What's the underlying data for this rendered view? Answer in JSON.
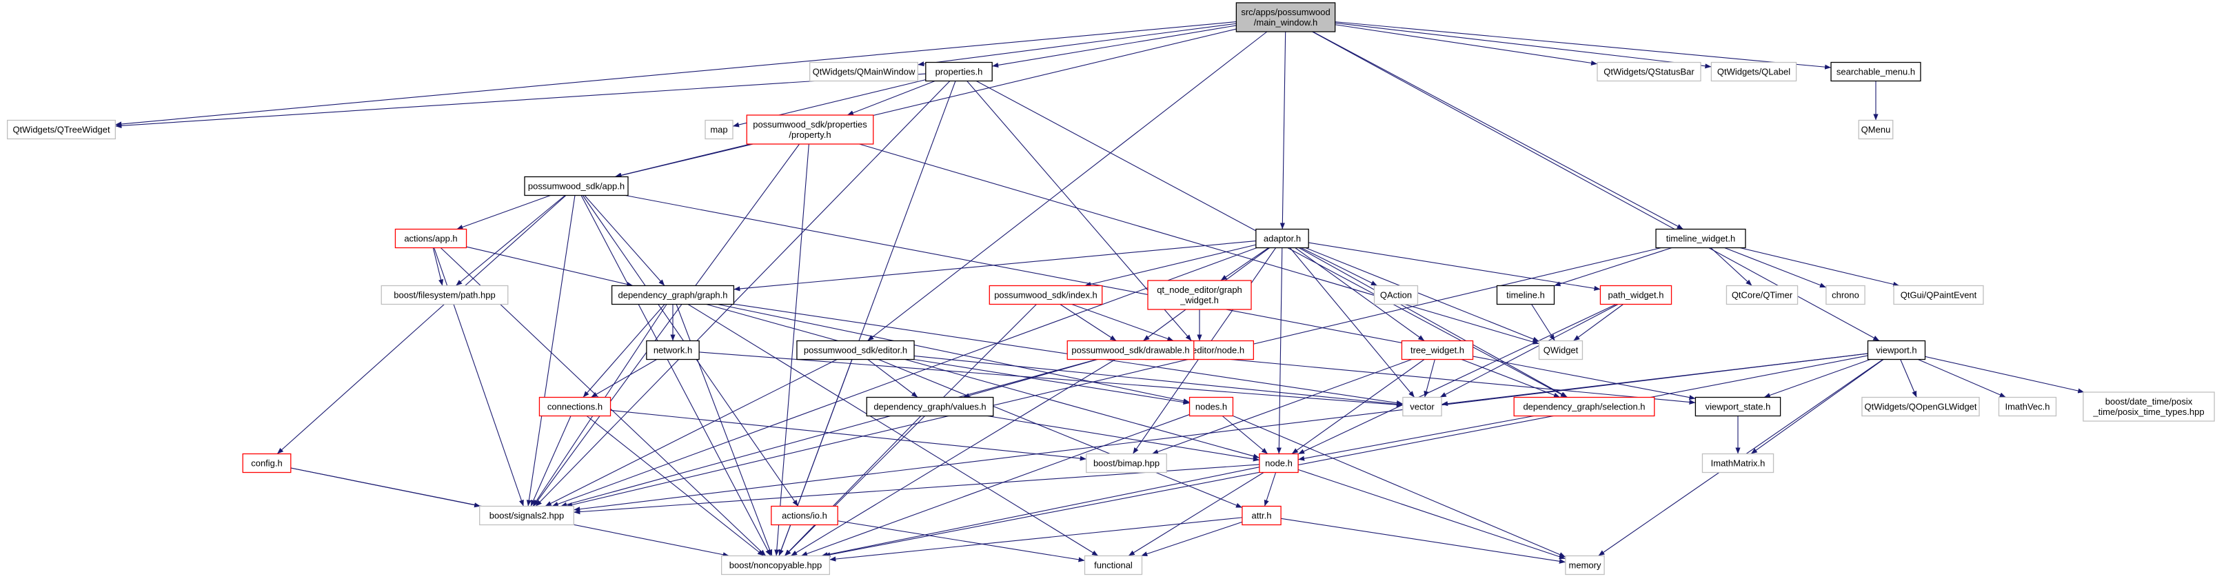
{
  "colors": {
    "edge": "#191970",
    "root_fill": "#bfbfbf",
    "root_stroke": "#000000",
    "internal_stroke": "#000000",
    "incomplete_stroke": "#ff0000",
    "external_stroke": "#bfbfbf",
    "text": "#000000"
  },
  "nodes": [
    {
      "id": "main_window",
      "lines": [
        "src/apps/possumwood",
        "/main_window.h"
      ],
      "kind": "root"
    },
    {
      "id": "qmainwindow",
      "lines": [
        "QtWidgets/QMainWindow"
      ],
      "kind": "external"
    },
    {
      "id": "properties",
      "lines": [
        "properties.h"
      ],
      "kind": "internal"
    },
    {
      "id": "qstatusbar",
      "lines": [
        "QtWidgets/QStatusBar"
      ],
      "kind": "external"
    },
    {
      "id": "qlabel",
      "lines": [
        "QtWidgets/QLabel"
      ],
      "kind": "external"
    },
    {
      "id": "searchable_menu",
      "lines": [
        "searchable_menu.h"
      ],
      "kind": "internal"
    },
    {
      "id": "qmenu",
      "lines": [
        "QMenu"
      ],
      "kind": "external"
    },
    {
      "id": "qtreewidget",
      "lines": [
        "QtWidgets/QTreeWidget"
      ],
      "kind": "external"
    },
    {
      "id": "map",
      "lines": [
        "map"
      ],
      "kind": "external"
    },
    {
      "id": "sdk_property",
      "lines": [
        "possumwood_sdk/properties",
        "/property.h"
      ],
      "kind": "incomplete"
    },
    {
      "id": "sdk_app",
      "lines": [
        "possumwood_sdk/app.h"
      ],
      "kind": "internal"
    },
    {
      "id": "actions_app",
      "lines": [
        "actions/app.h"
      ],
      "kind": "incomplete"
    },
    {
      "id": "fs_path",
      "lines": [
        "boost/filesystem/path.hpp"
      ],
      "kind": "external"
    },
    {
      "id": "dg_graph",
      "lines": [
        "dependency_graph/graph.h"
      ],
      "kind": "internal"
    },
    {
      "id": "adaptor",
      "lines": [
        "adaptor.h"
      ],
      "kind": "internal"
    },
    {
      "id": "timeline_widget",
      "lines": [
        "timeline_widget.h"
      ],
      "kind": "internal"
    },
    {
      "id": "sdk_index",
      "lines": [
        "possumwood_sdk/index.h"
      ],
      "kind": "incomplete"
    },
    {
      "id": "qne_graph_widget",
      "lines": [
        "qt_node_editor/graph",
        "_widget.h"
      ],
      "kind": "incomplete"
    },
    {
      "id": "qaction",
      "lines": [
        "QAction"
      ],
      "kind": "external"
    },
    {
      "id": "timeline",
      "lines": [
        "timeline.h"
      ],
      "kind": "internal"
    },
    {
      "id": "path_widget",
      "lines": [
        "path_widget.h"
      ],
      "kind": "incomplete"
    },
    {
      "id": "qtimer",
      "lines": [
        "QtCore/QTimer"
      ],
      "kind": "external"
    },
    {
      "id": "chrono",
      "lines": [
        "chrono"
      ],
      "kind": "external"
    },
    {
      "id": "qpaintevent",
      "lines": [
        "QtGui/QPaintEvent"
      ],
      "kind": "external"
    },
    {
      "id": "qne_node",
      "lines": [
        "qt_node_editor/node.h"
      ],
      "kind": "incomplete"
    },
    {
      "id": "qwidget",
      "lines": [
        "QWidget"
      ],
      "kind": "external"
    },
    {
      "id": "network",
      "lines": [
        "network.h"
      ],
      "kind": "internal"
    },
    {
      "id": "sdk_editor",
      "lines": [
        "possumwood_sdk/editor.h"
      ],
      "kind": "internal"
    },
    {
      "id": "sdk_drawable",
      "lines": [
        "possumwood_sdk/drawable.h"
      ],
      "kind": "incomplete"
    },
    {
      "id": "tree_widget",
      "lines": [
        "tree_widget.h"
      ],
      "kind": "incomplete"
    },
    {
      "id": "viewport",
      "lines": [
        "viewport.h"
      ],
      "kind": "internal"
    },
    {
      "id": "connections",
      "lines": [
        "connections.h"
      ],
      "kind": "incomplete"
    },
    {
      "id": "dg_values",
      "lines": [
        "dependency_graph/values.h"
      ],
      "kind": "internal"
    },
    {
      "id": "nodes",
      "lines": [
        "nodes.h"
      ],
      "kind": "incomplete"
    },
    {
      "id": "vector",
      "lines": [
        "vector"
      ],
      "kind": "external"
    },
    {
      "id": "dg_selection",
      "lines": [
        "dependency_graph/selection.h"
      ],
      "kind": "incomplete"
    },
    {
      "id": "viewport_state",
      "lines": [
        "viewport_state.h"
      ],
      "kind": "internal"
    },
    {
      "id": "qopenglwidget",
      "lines": [
        "QtWidgets/QOpenGLWidget"
      ],
      "kind": "external"
    },
    {
      "id": "imathvec",
      "lines": [
        "ImathVec.h"
      ],
      "kind": "external"
    },
    {
      "id": "posix_time",
      "lines": [
        "boost/date_time/posix",
        "_time/posix_time_types.hpp"
      ],
      "kind": "external"
    },
    {
      "id": "config",
      "lines": [
        "config.h"
      ],
      "kind": "incomplete"
    },
    {
      "id": "bimap",
      "lines": [
        "boost/bimap.hpp"
      ],
      "kind": "external"
    },
    {
      "id": "node",
      "lines": [
        "node.h"
      ],
      "kind": "incomplete"
    },
    {
      "id": "imathmatrix",
      "lines": [
        "ImathMatrix.h"
      ],
      "kind": "external"
    },
    {
      "id": "signals2",
      "lines": [
        "boost/signals2.hpp"
      ],
      "kind": "external"
    },
    {
      "id": "actions_io",
      "lines": [
        "actions/io.h"
      ],
      "kind": "incomplete"
    },
    {
      "id": "attr",
      "lines": [
        "attr.h"
      ],
      "kind": "incomplete"
    },
    {
      "id": "noncopyable",
      "lines": [
        "boost/noncopyable.hpp"
      ],
      "kind": "external"
    },
    {
      "id": "functional",
      "lines": [
        "functional"
      ],
      "kind": "external"
    },
    {
      "id": "memory",
      "lines": [
        "memory"
      ],
      "kind": "external"
    }
  ],
  "edges": [
    [
      "main_window",
      "qmainwindow"
    ],
    [
      "main_window",
      "properties"
    ],
    [
      "main_window",
      "qstatusbar"
    ],
    [
      "main_window",
      "qlabel"
    ],
    [
      "main_window",
      "searchable_menu"
    ],
    [
      "main_window",
      "qtreewidget"
    ],
    [
      "main_window",
      "sdk_app"
    ],
    [
      "main_window",
      "adaptor"
    ],
    [
      "main_window",
      "timeline_widget"
    ],
    [
      "main_window",
      "sdk_editor"
    ],
    [
      "main_window",
      "viewport"
    ],
    [
      "searchable_menu",
      "qmenu"
    ],
    [
      "properties",
      "qtreewidget"
    ],
    [
      "properties",
      "map"
    ],
    [
      "properties",
      "sdk_property"
    ],
    [
      "properties",
      "noncopyable"
    ],
    [
      "properties",
      "signals2"
    ],
    [
      "properties",
      "qne_node"
    ],
    [
      "properties",
      "dg_selection"
    ],
    [
      "sdk_property",
      "sdk_app"
    ],
    [
      "sdk_property",
      "noncopyable"
    ],
    [
      "sdk_property",
      "qwidget"
    ],
    [
      "sdk_property",
      "signals2"
    ],
    [
      "sdk_app",
      "actions_app"
    ],
    [
      "sdk_app",
      "fs_path"
    ],
    [
      "sdk_app",
      "dg_graph"
    ],
    [
      "sdk_app",
      "config"
    ],
    [
      "sdk_app",
      "signals2"
    ],
    [
      "sdk_app",
      "noncopyable"
    ],
    [
      "sdk_app",
      "actions_io"
    ],
    [
      "sdk_app",
      "viewport_state"
    ],
    [
      "actions_app",
      "fs_path"
    ],
    [
      "actions_app",
      "dg_graph"
    ],
    [
      "actions_app",
      "signals2"
    ],
    [
      "actions_app",
      "noncopyable"
    ],
    [
      "dg_graph",
      "network"
    ],
    [
      "dg_graph",
      "connections"
    ],
    [
      "dg_graph",
      "nodes"
    ],
    [
      "dg_graph",
      "signals2"
    ],
    [
      "dg_graph",
      "noncopyable"
    ],
    [
      "dg_graph",
      "functional"
    ],
    [
      "dg_graph",
      "vector"
    ],
    [
      "dg_graph",
      "node"
    ],
    [
      "adaptor",
      "dg_graph"
    ],
    [
      "adaptor",
      "sdk_index"
    ],
    [
      "adaptor",
      "qne_graph_widget"
    ],
    [
      "adaptor",
      "qaction"
    ],
    [
      "adaptor",
      "path_widget"
    ],
    [
      "adaptor",
      "qwidget"
    ],
    [
      "adaptor",
      "tree_widget"
    ],
    [
      "adaptor",
      "vector"
    ],
    [
      "adaptor",
      "dg_selection"
    ],
    [
      "adaptor",
      "sdk_drawable"
    ],
    [
      "adaptor",
      "signals2"
    ],
    [
      "adaptor",
      "bimap"
    ],
    [
      "adaptor",
      "node"
    ],
    [
      "timeline_widget",
      "timeline"
    ],
    [
      "timeline_widget",
      "qtimer"
    ],
    [
      "timeline_widget",
      "chrono"
    ],
    [
      "timeline_widget",
      "qpaintevent"
    ],
    [
      "timeline_widget",
      "signals2"
    ],
    [
      "timeline",
      "qwidget"
    ],
    [
      "sdk_index",
      "sdk_drawable"
    ],
    [
      "sdk_index",
      "qne_node"
    ],
    [
      "sdk_index",
      "noncopyable"
    ],
    [
      "qne_graph_widget",
      "qne_node"
    ],
    [
      "path_widget",
      "qwidget"
    ],
    [
      "path_widget",
      "vector"
    ],
    [
      "path_widget",
      "node"
    ],
    [
      "network",
      "connections"
    ],
    [
      "network",
      "vector"
    ],
    [
      "sdk_editor",
      "dg_values"
    ],
    [
      "sdk_editor",
      "signals2"
    ],
    [
      "sdk_editor",
      "noncopyable"
    ],
    [
      "sdk_editor",
      "attr"
    ],
    [
      "sdk_editor",
      "vector"
    ],
    [
      "sdk_editor",
      "nodes"
    ],
    [
      "sdk_drawable",
      "dg_values"
    ],
    [
      "sdk_drawable",
      "viewport_state"
    ],
    [
      "sdk_drawable",
      "noncopyable"
    ],
    [
      "sdk_drawable",
      "signals2"
    ],
    [
      "tree_widget",
      "vector"
    ],
    [
      "tree_widget",
      "dg_selection"
    ],
    [
      "tree_widget",
      "node"
    ],
    [
      "tree_widget",
      "bimap"
    ],
    [
      "viewport",
      "vector"
    ],
    [
      "viewport",
      "viewport_state"
    ],
    [
      "viewport",
      "qopenglwidget"
    ],
    [
      "viewport",
      "imathvec"
    ],
    [
      "viewport",
      "posix_time"
    ],
    [
      "viewport",
      "imathmatrix"
    ],
    [
      "viewport",
      "noncopyable"
    ],
    [
      "viewport",
      "memory"
    ],
    [
      "viewport",
      "signals2"
    ],
    [
      "connections",
      "signals2"
    ],
    [
      "connections",
      "noncopyable"
    ],
    [
      "connections",
      "bimap"
    ],
    [
      "dg_values",
      "node"
    ],
    [
      "dg_values",
      "noncopyable"
    ],
    [
      "nodes",
      "node"
    ],
    [
      "nodes",
      "noncopyable"
    ],
    [
      "nodes",
      "memory"
    ],
    [
      "dg_selection",
      "node"
    ],
    [
      "viewport_state",
      "imathmatrix"
    ],
    [
      "config",
      "signals2"
    ],
    [
      "config",
      "noncopyable"
    ],
    [
      "node",
      "attr"
    ],
    [
      "node",
      "signals2"
    ],
    [
      "node",
      "noncopyable"
    ],
    [
      "node",
      "memory"
    ],
    [
      "node",
      "functional"
    ],
    [
      "actions_io",
      "functional"
    ],
    [
      "attr",
      "noncopyable"
    ],
    [
      "attr",
      "functional"
    ],
    [
      "attr",
      "memory"
    ]
  ]
}
